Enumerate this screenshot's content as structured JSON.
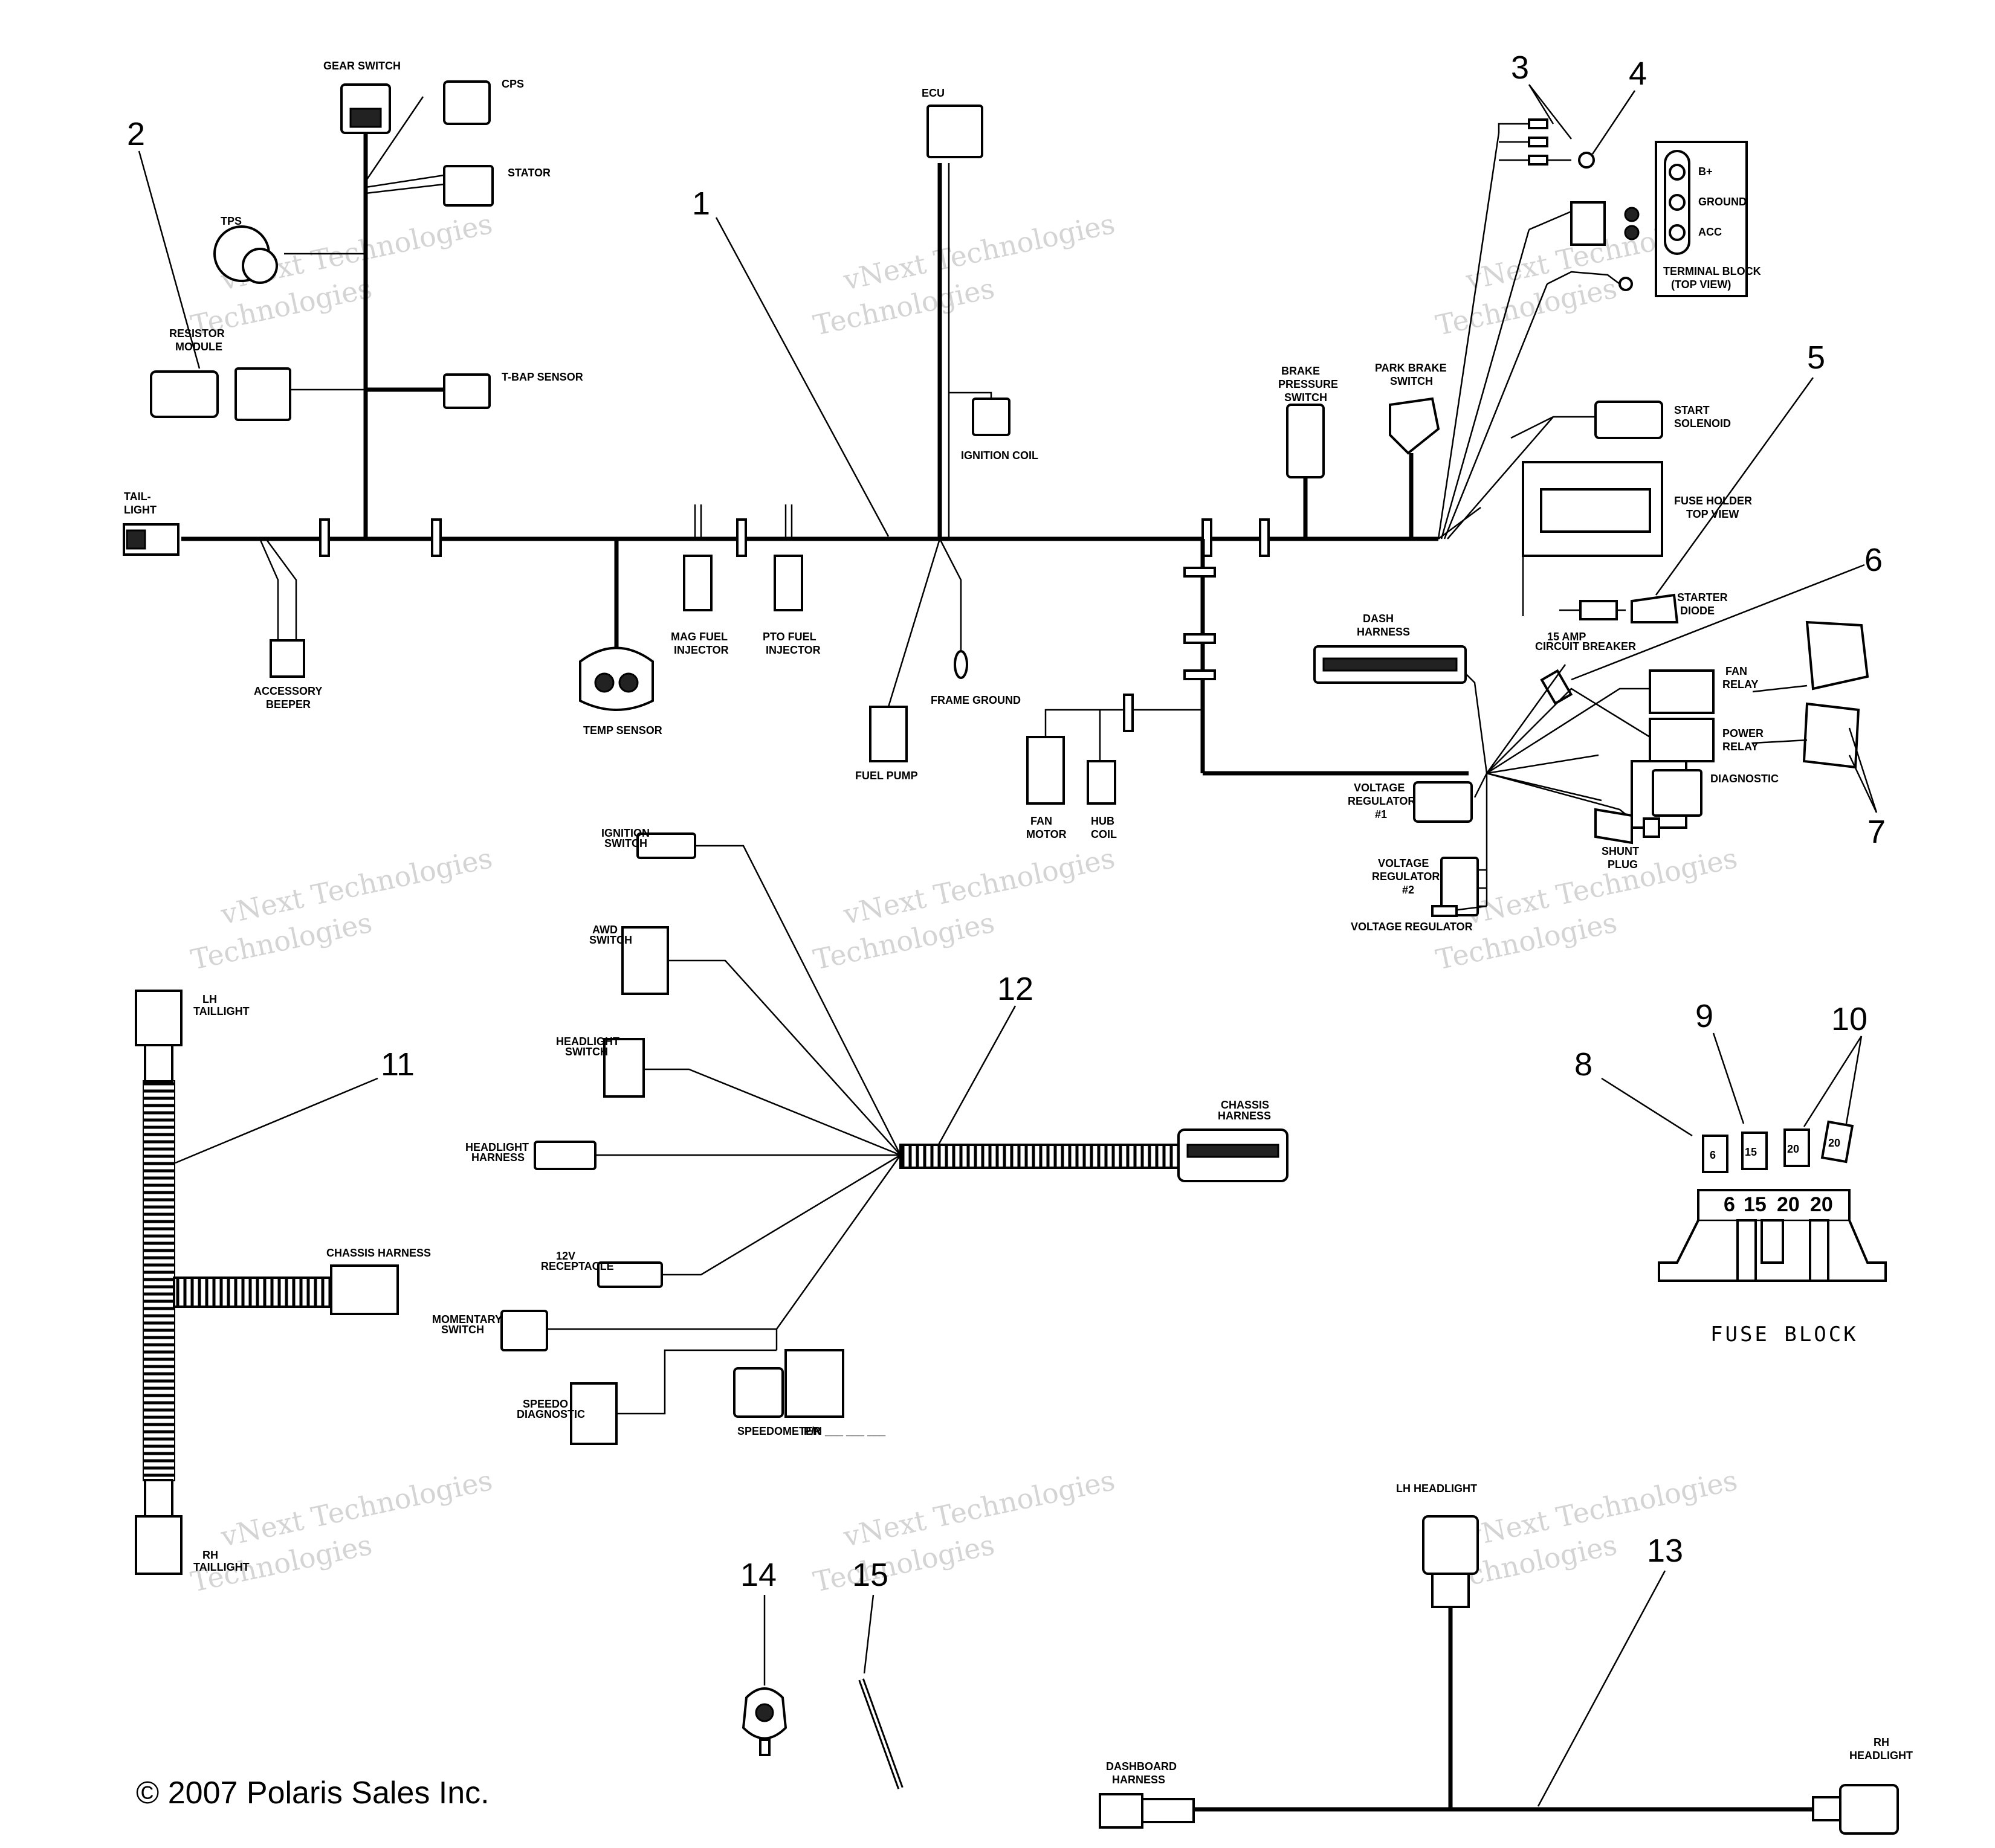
{
  "copyright": "© 2007 Polaris Sales Inc.",
  "watermark": [
    "vNext Technologies",
    "Technologies"
  ],
  "callouts": [
    "1",
    "2",
    "3",
    "4",
    "5",
    "6",
    "7",
    "8",
    "9",
    "10",
    "11",
    "12",
    "13",
    "14",
    "15"
  ],
  "main_harness": {
    "gear_switch": "GEAR SWITCH",
    "cps": "CPS",
    "stator": "STATOR",
    "tps": "TPS",
    "resistor_module": [
      "RESISTOR",
      "MODULE"
    ],
    "tbap_sensor": "T-BAP SENSOR",
    "ecu": "ECU",
    "ignition_coil": "IGNITION COIL",
    "tail_light": [
      "TAIL-",
      "LIGHT"
    ],
    "accessory_beeper": [
      "ACCESSORY",
      "BEEPER"
    ],
    "temp_sensor": "TEMP SENSOR",
    "mag_fuel_injector": [
      "MAG FUEL",
      "INJECTOR"
    ],
    "pto_fuel_injector": [
      "PTO FUEL",
      "INJECTOR"
    ],
    "fuel_pump": "FUEL PUMP",
    "frame_ground": "FRAME GROUND",
    "fan_motor": [
      "FAN",
      "MOTOR"
    ],
    "hub_coil": [
      "HUB",
      "COIL"
    ],
    "brake_pressure_switch": [
      "BRAKE",
      "PRESSURE",
      "SWITCH"
    ],
    "park_brake_switch": [
      "PARK BRAKE",
      "SWITCH"
    ],
    "terminal_block": [
      "TERMINAL BLOCK",
      "(TOP VIEW)"
    ],
    "terminal_pins": [
      "B+",
      "GROUND",
      "ACC"
    ],
    "start_solenoid": [
      "START",
      "SOLENOID"
    ],
    "fuse_holder": [
      "FUSE HOLDER",
      "TOP VIEW"
    ],
    "starter_diode": [
      "STARTER",
      "DIODE"
    ],
    "circuit_breaker": [
      "15 AMP",
      "CIRCUIT BREAKER"
    ],
    "dash_harness": [
      "DASH",
      "HARNESS"
    ],
    "fan_relay": [
      "FAN",
      "RELAY"
    ],
    "power_relay": [
      "POWER",
      "RELAY"
    ],
    "diagnostic": "DIAGNOSTIC",
    "voltage_regulator_1": [
      "VOLTAGE",
      "REGULATOR",
      "#1"
    ],
    "voltage_regulator_2": [
      "VOLTAGE",
      "REGULATOR",
      "#2"
    ],
    "voltage_regulator": "VOLTAGE REGULATOR",
    "shuttle_plug": [
      "SHUNT",
      "PLUG"
    ]
  },
  "chassis_harness": {
    "ignition_switch": [
      "IGNITION",
      "SWITCH"
    ],
    "awd_switch": [
      "AWD",
      "SWITCH"
    ],
    "headlight_switch": [
      "HEADLIGHT",
      "SWITCH"
    ],
    "headlight_harness": [
      "HEADLIGHT",
      "HARNESS"
    ],
    "receptacle": [
      "12V",
      "RECEPTACLE"
    ],
    "momentary_switch": [
      "MOMENTARY",
      "SWITCH"
    ],
    "speedo_diagnostic": [
      "SPEEDO",
      "DIAGNOSTIC"
    ],
    "speedometer": "SPEEDOMETER",
    "speedometer_sub": "P/N  ___ ___ ___",
    "chassis_harness_conn": [
      "CHASSIS",
      "HARNESS"
    ]
  },
  "tail_harness": {
    "lh_taillight": [
      "LH",
      "TAILLIGHT"
    ],
    "rh_taillight": [
      "RH",
      "TAILLIGHT"
    ],
    "chassis_harness": "CHASSIS HARNESS"
  },
  "headlight_harness": {
    "lh_headlight": "LH HEADLIGHT",
    "rh_headlight": [
      "RH",
      "HEADLIGHT"
    ],
    "dashboard_harness": [
      "DASHBOARD",
      "HARNESS"
    ]
  },
  "fuse_block": {
    "title": "FUSE BLOCK",
    "fuses": [
      "6",
      "15",
      "20",
      "20"
    ],
    "ratings_row": [
      "6",
      "15",
      "20",
      "20"
    ]
  }
}
